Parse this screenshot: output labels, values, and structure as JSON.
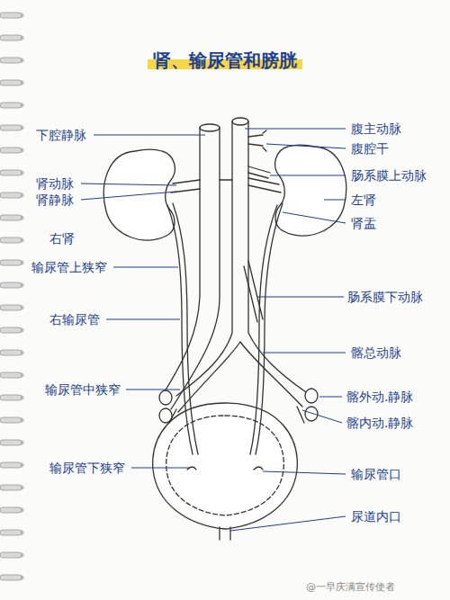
{
  "diagram": {
    "title": "肾、输尿管和膀胱",
    "labels": [
      "下腔静脉",
      "腹主动脉",
      "腹腔干",
      "肠系膜上动脉",
      "肾动脉",
      "肾静脉",
      "左肾",
      "右肾",
      "肾盂",
      "输尿管上狭窄",
      "肠系膜下动脉",
      "右输尿管",
      "髂总动脉",
      "输尿管中狭窄",
      "髂外动.静脉",
      "髂内动.静脉",
      "输尿管下狭窄",
      "输尿管口",
      "尿道内口",
      "@一早庆满宣传使者"
    ]
  }
}
